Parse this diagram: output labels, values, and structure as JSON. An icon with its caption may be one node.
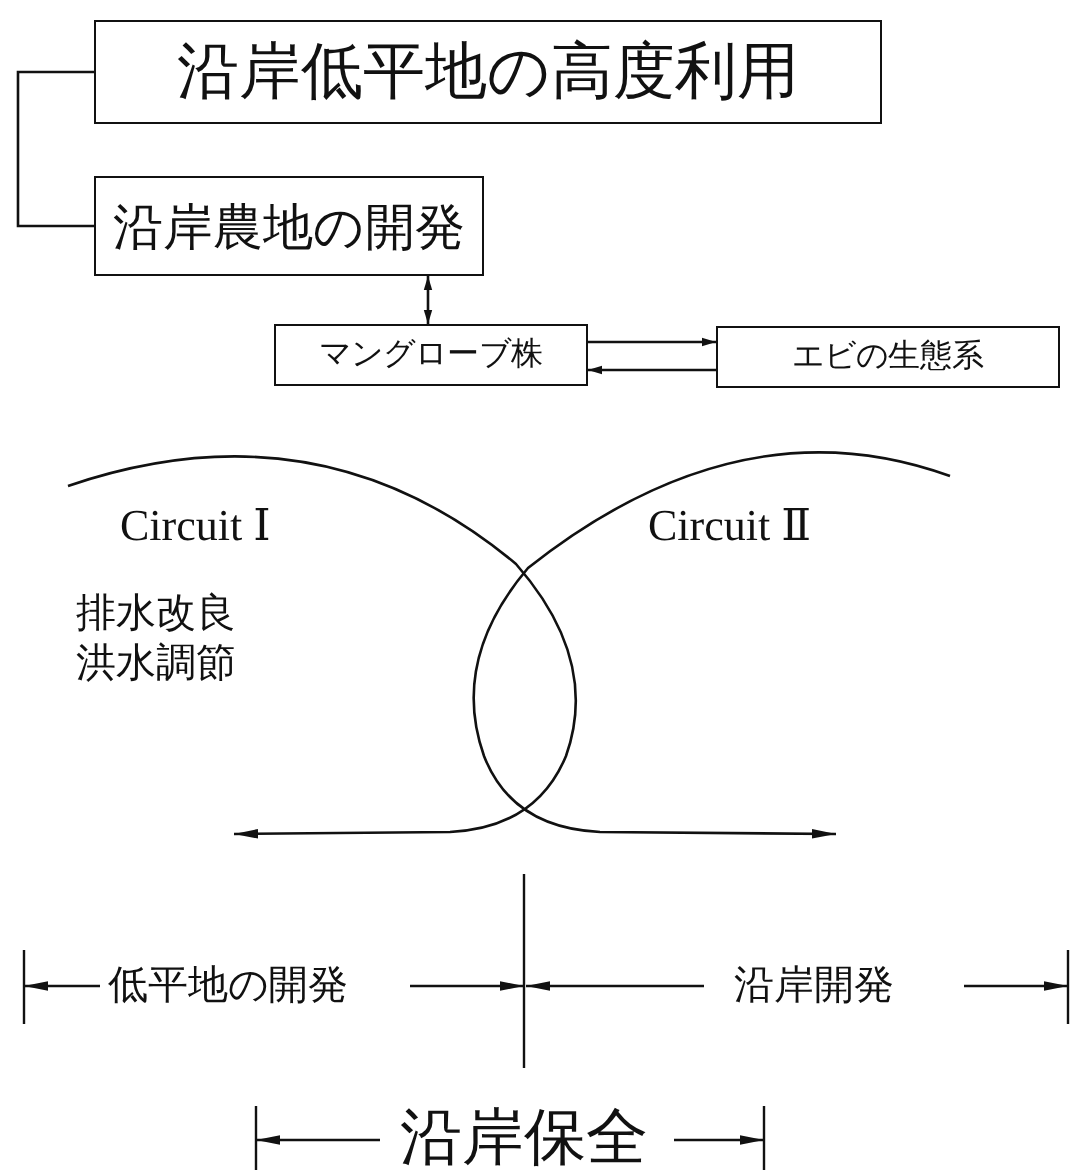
{
  "diagram": {
    "nodes": [
      {
        "text": [
          "沿岸低平地の高度利用"
        ]
      },
      {
        "text": [
          "沿岸農地の開発"
        ]
      },
      {
        "text": [
          "マングローブ株"
        ]
      },
      {
        "text": [
          "エビの生態系"
        ]
      }
    ],
    "edges": [
      {
        "from": 0,
        "to": 1,
        "arrow": "none"
      },
      {
        "from": 1,
        "to": 2,
        "arrow": "both"
      },
      {
        "from": 2,
        "to": 3,
        "arrow": "to"
      },
      {
        "from": 3,
        "to": 2,
        "arrow": "to"
      }
    ],
    "labels": [
      "Circuit Ⅰ",
      "Circuit Ⅱ",
      "排水改良",
      "洪水調節",
      "低平地の開発",
      "沿岸開発",
      "沿岸保全"
    ]
  }
}
